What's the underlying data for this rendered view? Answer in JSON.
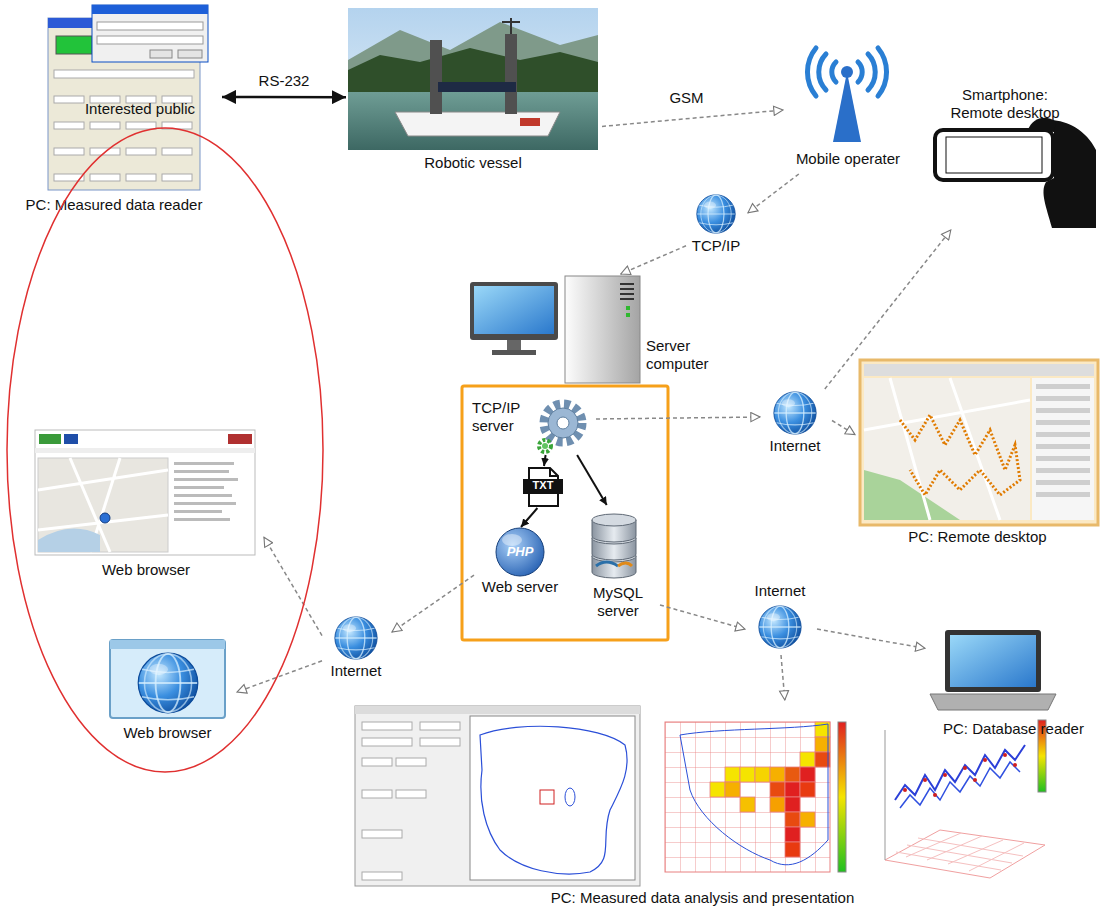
{
  "diagram": {
    "nodes": [
      {
        "text": [
          "PC: Measured data reader"
        ]
      },
      {
        "text": [
          "Robotic vessel"
        ]
      },
      {
        "text": [
          "Mobile operater"
        ]
      },
      {
        "text": [
          "TCP/IP"
        ]
      },
      {
        "text": [
          "Smartphone: Remote desktop"
        ]
      },
      {
        "text": [
          "Server computer"
        ]
      },
      {
        "text": [
          "Interested public"
        ]
      },
      {
        "text": [
          "Web browser"
        ],
        "in": 6
      },
      {
        "text": [
          "TCP/IP server"
        ]
      },
      {
        "text": [
          "Internet"
        ]
      },
      {
        "text": [
          "PC: Remote desktop"
        ]
      },
      {
        "text": [
          "TXT"
        ]
      },
      {
        "text": [
          "PHP",
          "Web server"
        ]
      },
      {
        "text": [
          "MySQL server"
        ]
      },
      {
        "text": [
          "Internet"
        ]
      },
      {
        "text": [
          "Web browser"
        ],
        "in": 6
      },
      {
        "text": [
          "Internet"
        ]
      },
      {
        "text": [
          "PC: Database reader"
        ]
      },
      {
        "text": [
          "PC: Measured data analysis and presentation"
        ]
      }
    ],
    "edges": [
      {
        "from": 0,
        "to": 1,
        "label": "RS-232",
        "arrow": "both"
      },
      {
        "from": 1,
        "to": 2,
        "label": "GSM",
        "arrow": "to"
      },
      {
        "from": 2,
        "to": 3,
        "arrow": "to"
      },
      {
        "from": 3,
        "to": 5,
        "arrow": "to"
      },
      {
        "from": 8,
        "to": 11,
        "arrow": "to"
      },
      {
        "from": 11,
        "to": 12,
        "arrow": "to"
      },
      {
        "from": 8,
        "to": 13,
        "arrow": "to"
      },
      {
        "from": 8,
        "to": 9,
        "arrow": "to"
      },
      {
        "from": 9,
        "to": 4,
        "arrow": "to"
      },
      {
        "from": 9,
        "to": 10,
        "arrow": "to"
      },
      {
        "from": 12,
        "to": 14,
        "arrow": "to"
      },
      {
        "from": 14,
        "to": 7,
        "arrow": "to"
      },
      {
        "from": 14,
        "to": 15,
        "arrow": "to"
      },
      {
        "from": 13,
        "to": 16,
        "arrow": "to"
      },
      {
        "from": 16,
        "to": 17,
        "arrow": "to"
      },
      {
        "from": 16,
        "to": 18,
        "arrow": "to"
      }
    ]
  }
}
